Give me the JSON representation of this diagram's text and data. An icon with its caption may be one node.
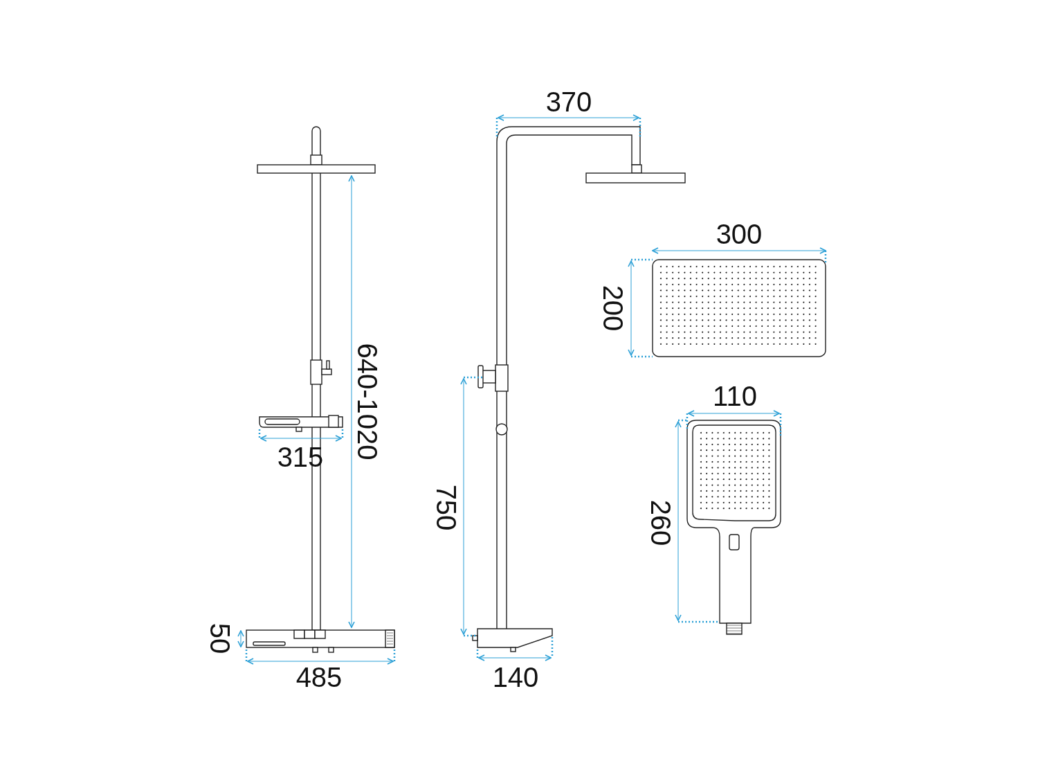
{
  "diagram": {
    "labels": [
      "370",
      "300",
      "200",
      "640-1020",
      "110",
      "315",
      "750",
      "260",
      "50",
      "485",
      "140"
    ]
  }
}
